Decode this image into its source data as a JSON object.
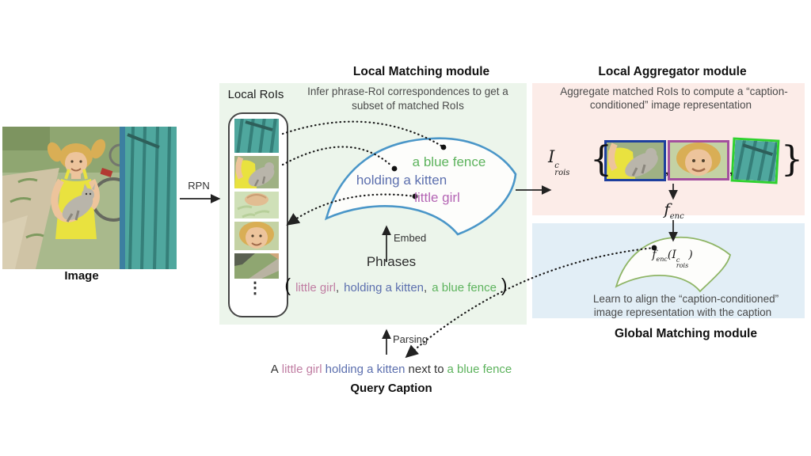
{
  "colors": {
    "local_matching_bg": "#ecf5eb",
    "local_aggregator_bg": "#fcece8",
    "global_matching_bg": "#e2eef6",
    "blue_manifold_stroke": "#4a96c8",
    "green_manifold_stroke": "#8fb566",
    "phrase_green": "#5db35d",
    "phrase_blue": "#5c6fae",
    "phrase_purple": "#b465b4",
    "phrase_pink": "#c07da2"
  },
  "left_panel": {
    "image_label": "Image",
    "rpn_label": "RPN"
  },
  "local_rois": {
    "label": "Local RoIs",
    "ellipsis": "⋮"
  },
  "local_matching": {
    "title": "Local Matching module",
    "desc_line1": "Infer phrase-RoI correspondences to get a",
    "desc_line2": "subset of matched RoIs",
    "phrase_fence": "a blue fence",
    "phrase_kitten": "holding a kitten",
    "phrase_girl": "little girl",
    "embed_label": "Embed",
    "phrases_label": "Phrases",
    "tuple_open": "(",
    "tuple_p1": "little girl",
    "tuple_c1": ",",
    "tuple_p2": "holding a kitten",
    "tuple_c2": ",",
    "tuple_p3": "a blue fence",
    "tuple_close": ")"
  },
  "local_aggregator": {
    "title": "Local Aggregator module",
    "desc_line1": "Aggregate matched RoIs to compute a “caption-",
    "desc_line2": "conditioned” image representation",
    "math_I": "I",
    "math_sup": "c",
    "math_sub": "rois",
    "brace_open": "{",
    "brace_close": "}",
    "comma": ",",
    "fenc_f": "f",
    "fenc_sub": "enc"
  },
  "global_matching": {
    "title": "Global Matching module",
    "expr_f": "f",
    "expr_fsub": "enc",
    "expr_open": "(",
    "expr_I": "I",
    "expr_sup": "c",
    "expr_sub": "rois",
    "expr_close": ")",
    "desc_line1": "Learn to align the “caption-conditioned”",
    "desc_line2": "image representation with the caption"
  },
  "query": {
    "parsing_label": "Parsing",
    "cap_a": "A",
    "cap_girl": "little girl",
    "cap_kitten": "holding a kitten",
    "cap_next": "next to",
    "cap_fence": "a blue fence",
    "label": "Query Caption"
  }
}
